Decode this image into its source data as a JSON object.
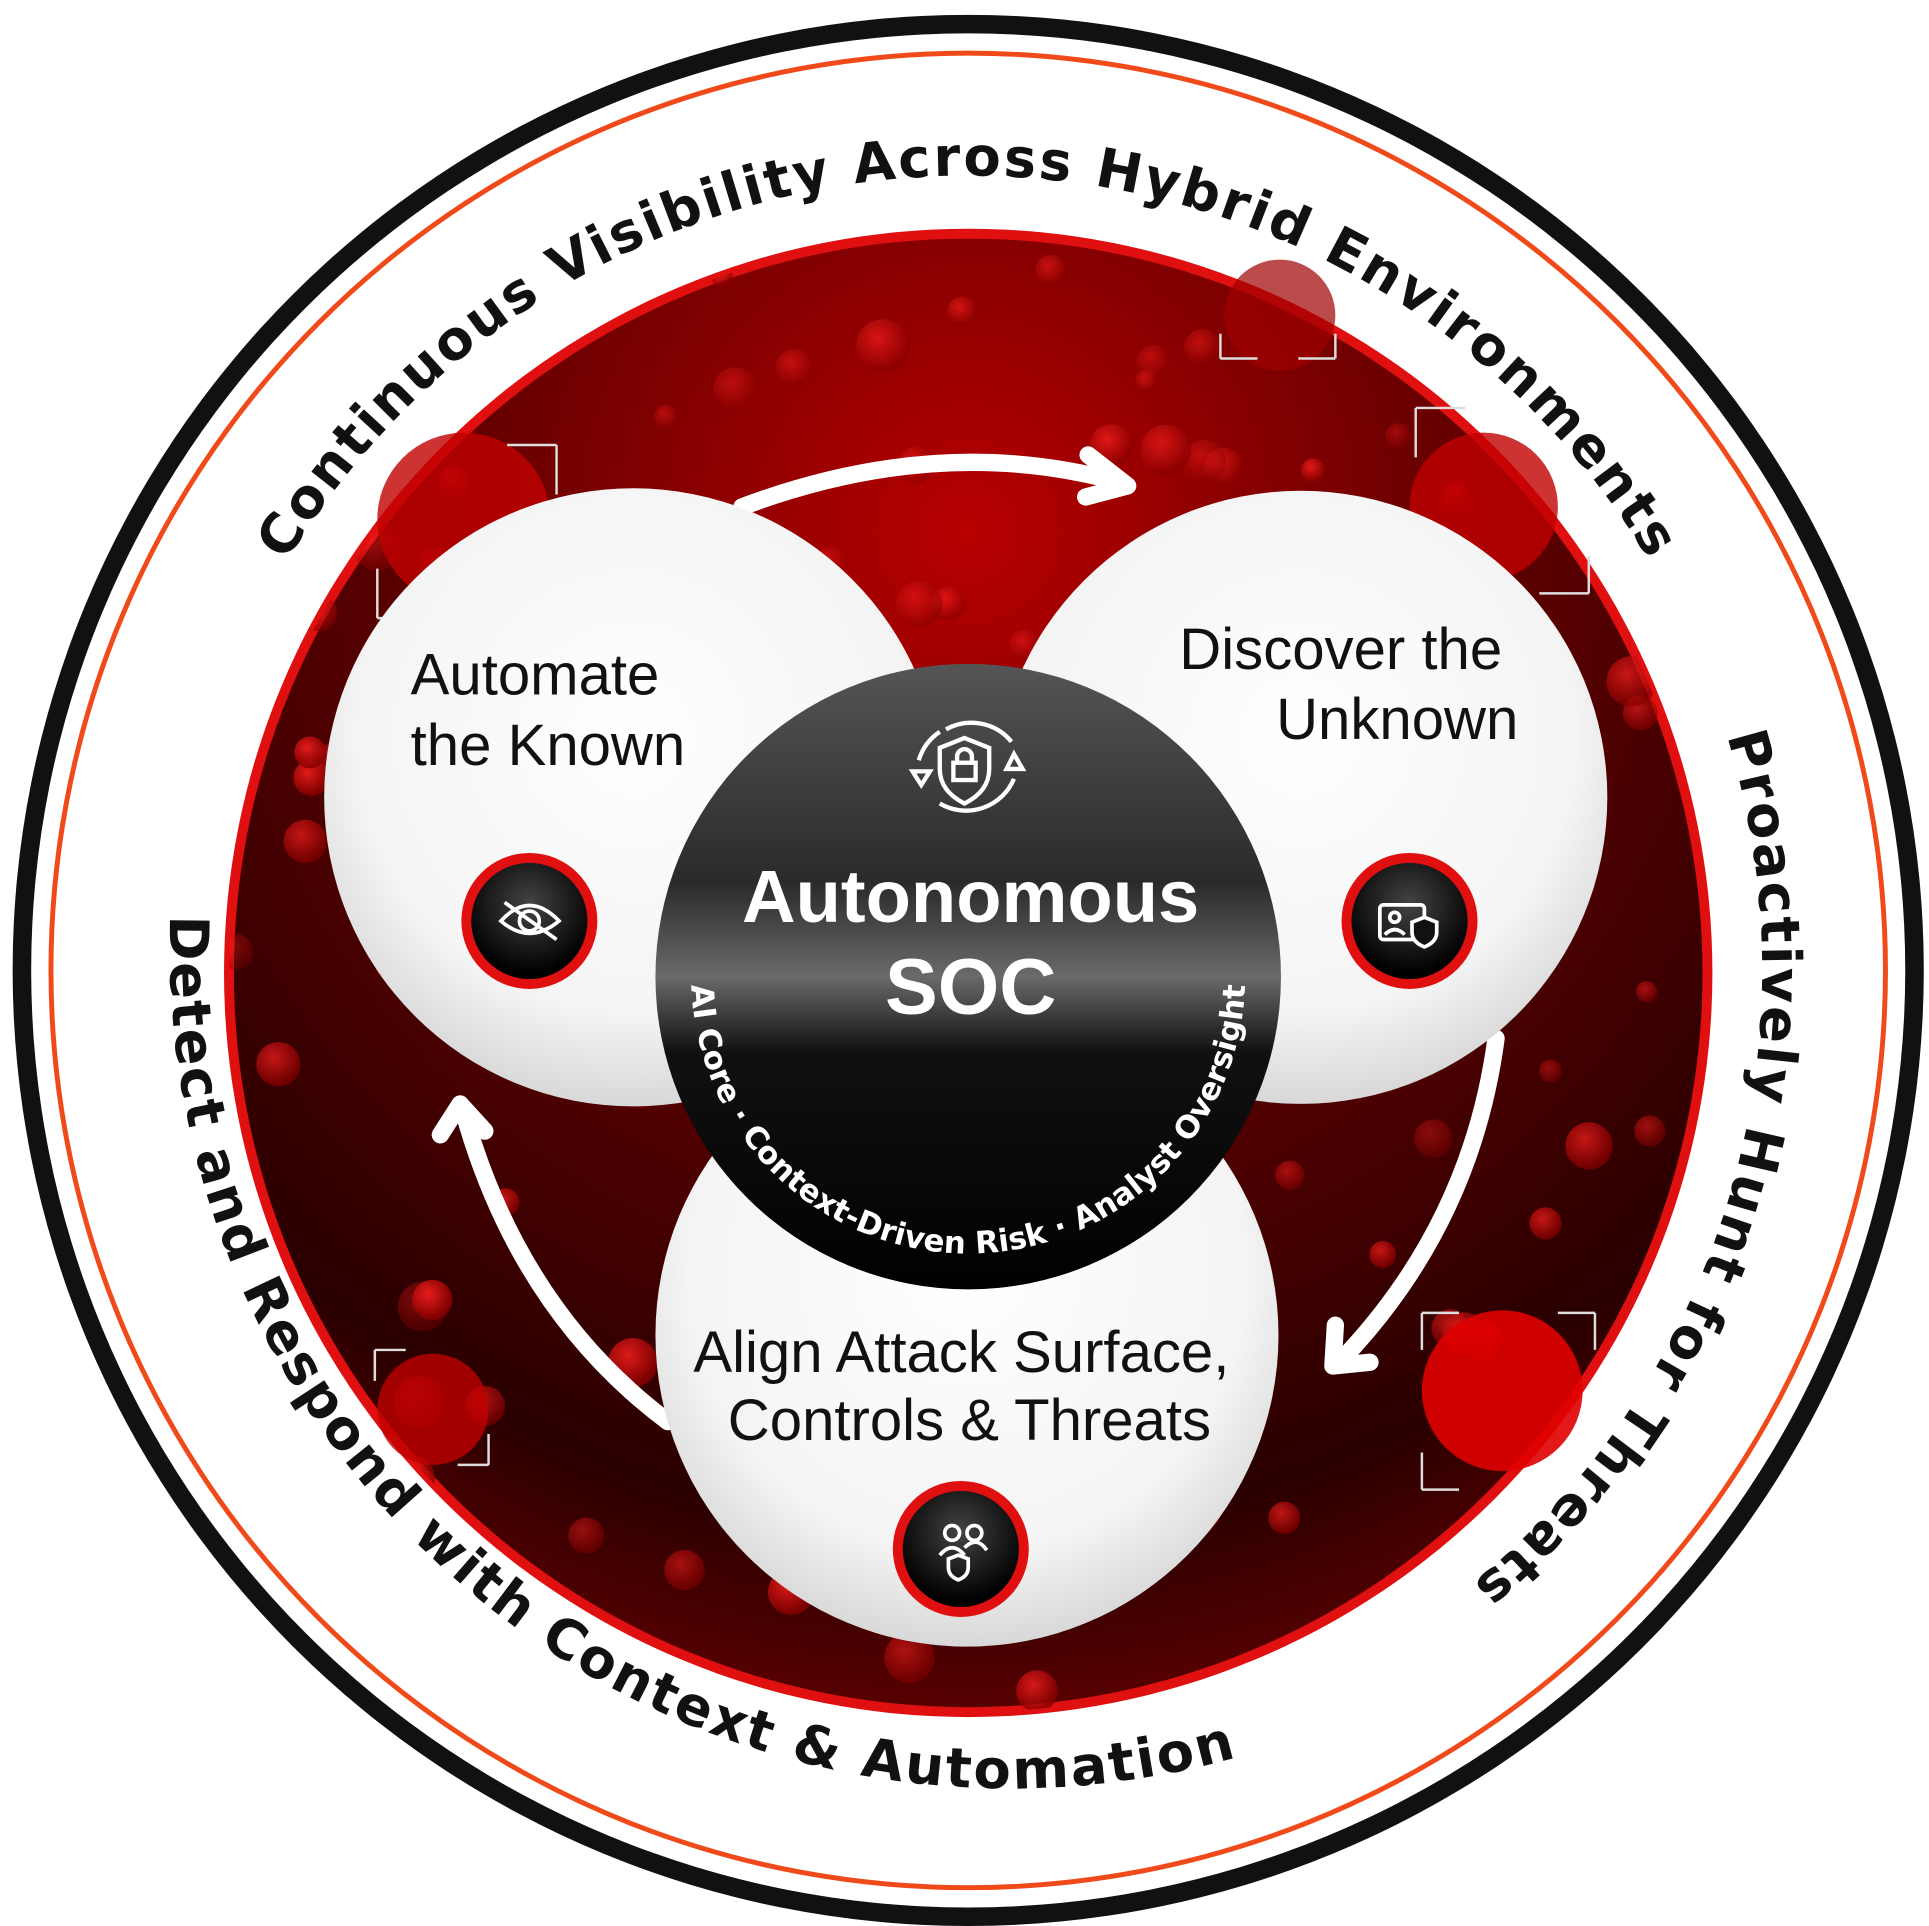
{
  "outer_ring": {
    "top": "Continuous Visibility Across Hybrid Environments",
    "right": "Proactively Hunt for Threats",
    "left_bottom": "Detect and Respond with Context & Automation"
  },
  "center": {
    "title_line1": "Autonomous",
    "title_line2": "SOC",
    "icon": "shield-lock-cycle-icon",
    "arc_text": "AI Core · Context-Driven Risk · Analyst Oversight"
  },
  "pillars": [
    {
      "line1": "Automate",
      "line2": "the Known",
      "icon": "eye-scan-icon"
    },
    {
      "line1": "Discover the",
      "line2": "Unknown",
      "icon": "id-card-shield-icon"
    },
    {
      "line1": "Align Attack Surface,",
      "line2": "Controls & Threats",
      "icon": "users-shield-icon"
    }
  ],
  "colors": {
    "accent": "#e01010",
    "dark_red": "#4a0000",
    "ring": "#ffffff",
    "border": "#111111",
    "orange_line": "#f04a1a"
  }
}
